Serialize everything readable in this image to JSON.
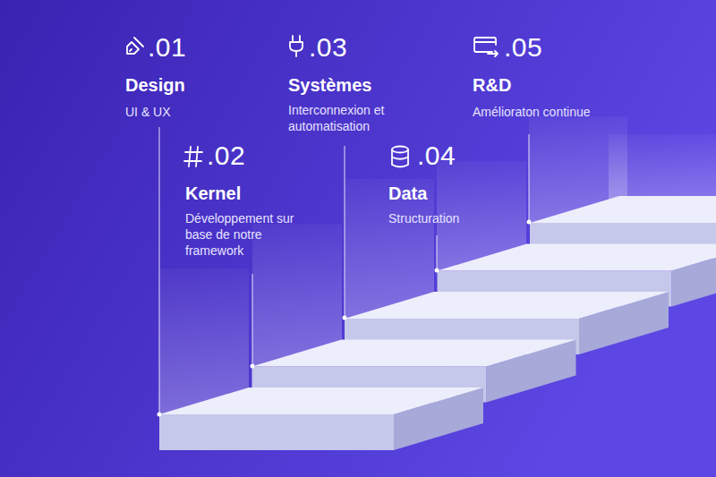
{
  "diagram": {
    "labels": [
      ".01",
      "Design",
      "UI & UX",
      ".03",
      "Systèmes",
      "Interconnexion et automatisation",
      ".05",
      "R&D",
      "Amélioraton continue",
      ".02",
      "Kernel",
      "Développement sur base de notre framework",
      ".04",
      "Data",
      "Structuration"
    ]
  }
}
